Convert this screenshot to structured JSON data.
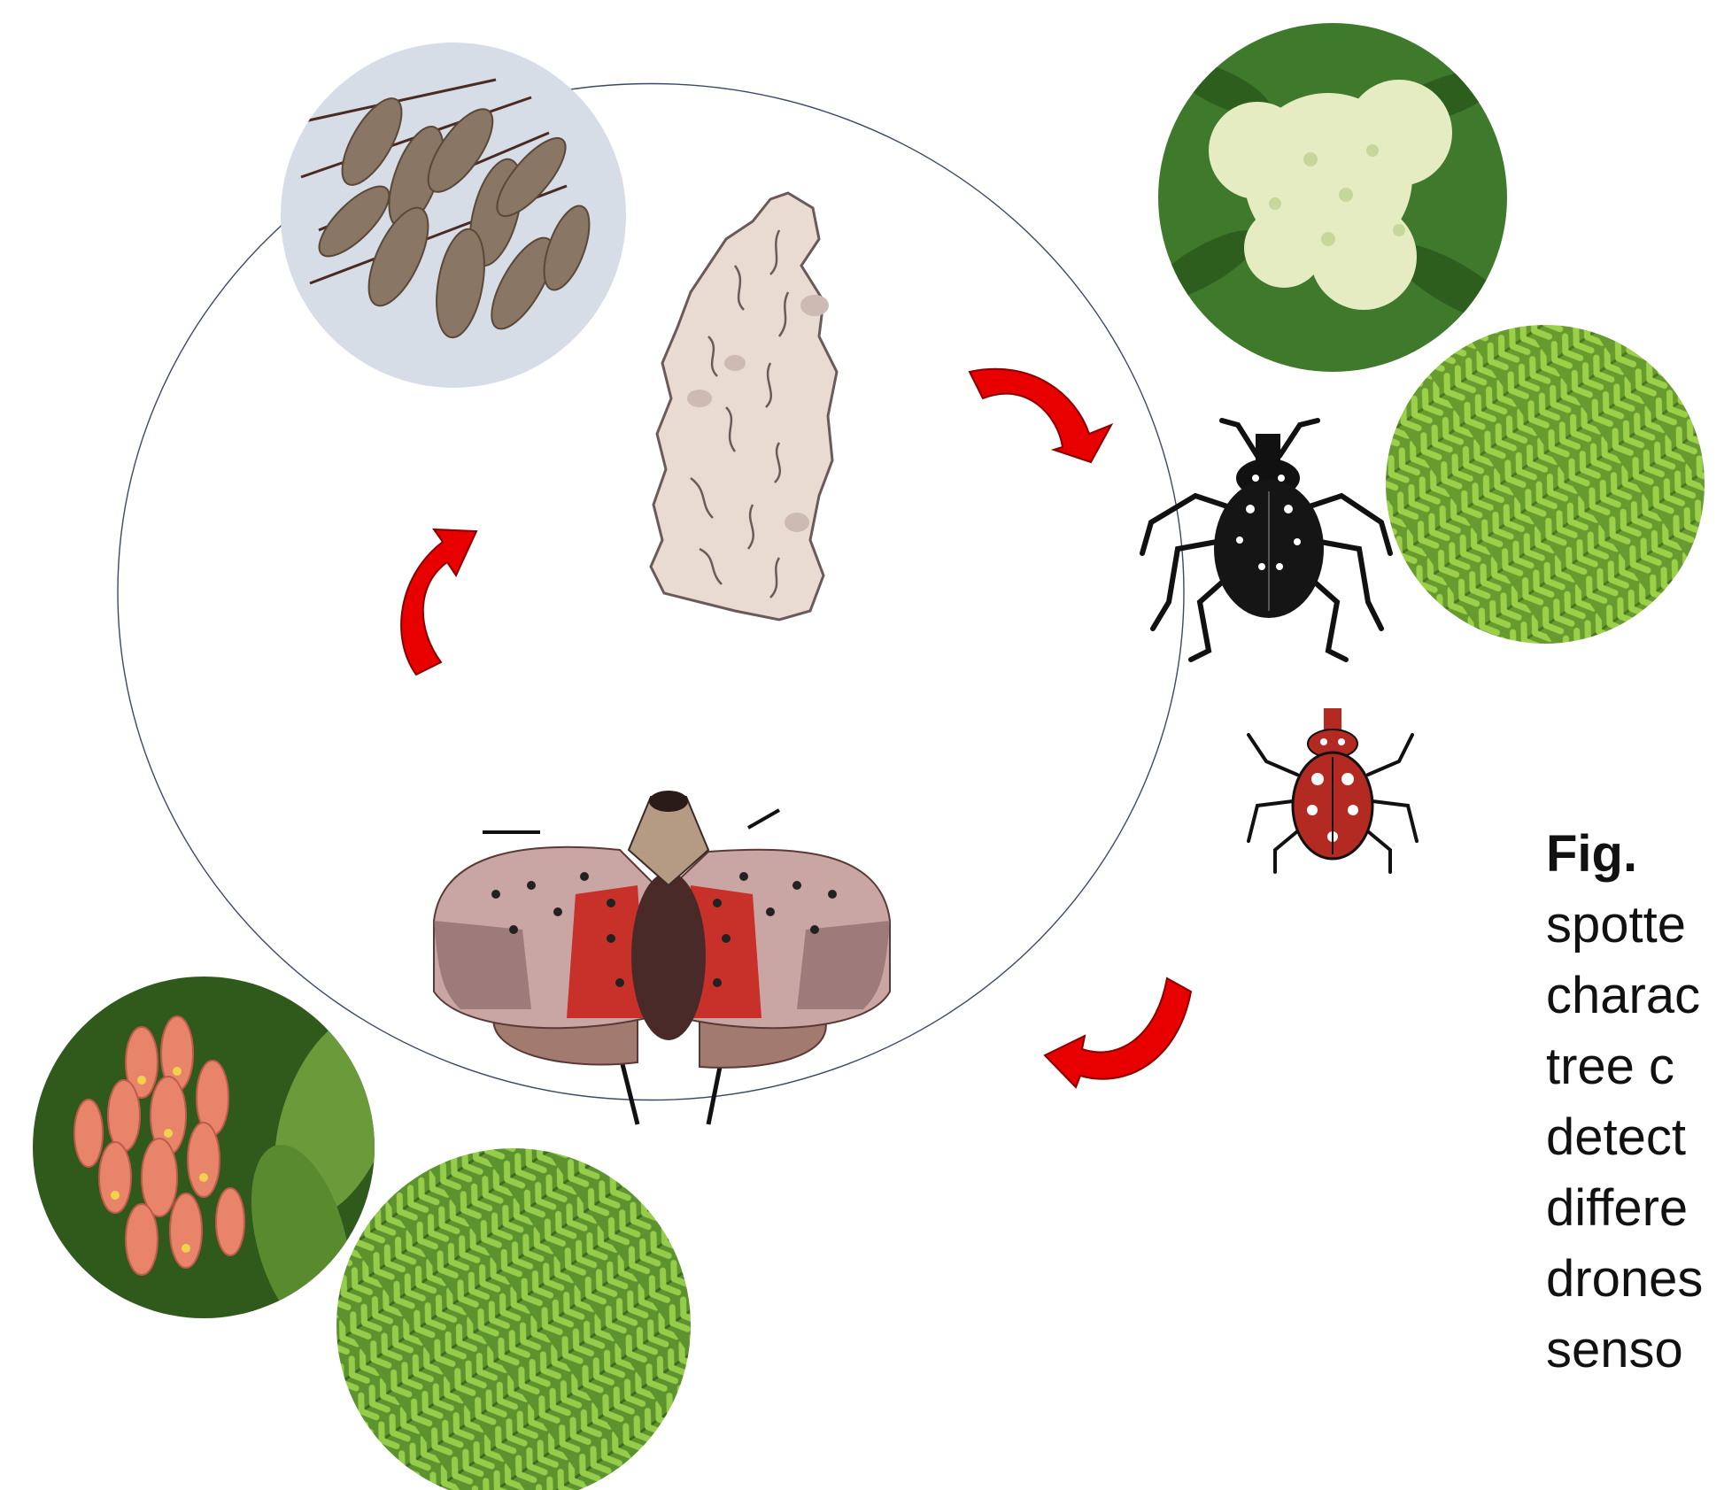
{
  "caption": {
    "label": "Fig.",
    "lines": [
      "spotte",
      "charac",
      "tree c",
      "detect",
      "differe",
      "drones",
      "senso"
    ]
  },
  "diagram": {
    "stages": [
      "egg mass",
      "black nymph",
      "red nymph",
      "adult"
    ],
    "photos": [
      "seed-pods",
      "tree-of-heaven-flowers",
      "tree-of-heaven-leaves",
      "samara-cluster",
      "fern-like-leaves"
    ],
    "colors": {
      "arrow": "#e80000",
      "cycle": "#3a4a66",
      "egg": "#eadbd2",
      "nymph_black": "#111111",
      "nymph_red": "#b22a22",
      "wing_pink": "#c9a6a4"
    }
  }
}
